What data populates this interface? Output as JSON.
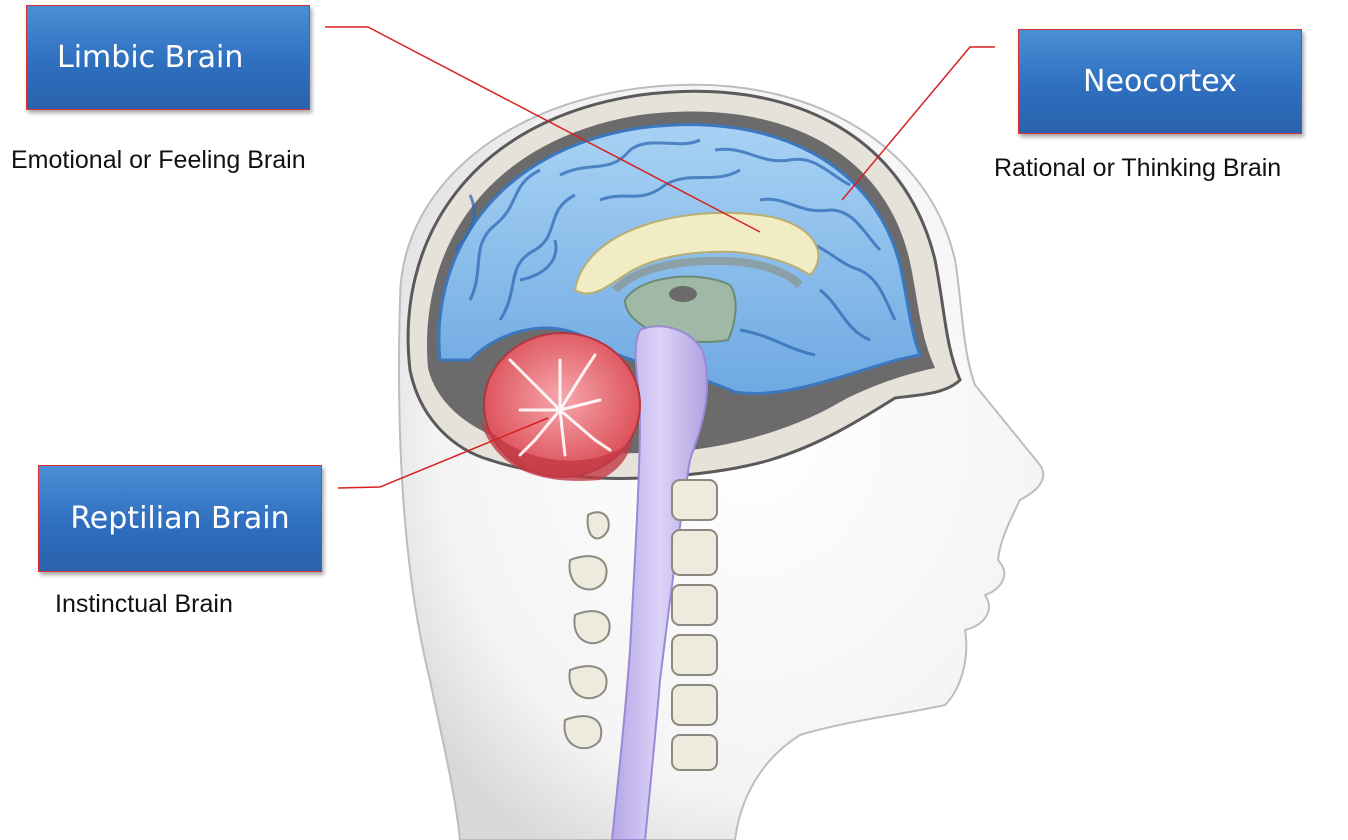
{
  "labels": {
    "limbic": {
      "title": "Limbic Brain",
      "caption": "Emotional or Feeling Brain"
    },
    "neocortex": {
      "title": "Neocortex",
      "caption": "Rational or Thinking Brain"
    },
    "reptilian": {
      "title": "Reptilian Brain",
      "caption": "Instinctual Brain"
    }
  },
  "colors": {
    "box_fill": "#3a7fcf",
    "box_border": "#e03030",
    "leader_line": "#d82020",
    "neocortex": "#8fc4ee",
    "limbic": "#f1ecc4",
    "cerebellum": "#e2606a",
    "brainstem": "#c5b8ec",
    "skull": "#5a5a5a"
  }
}
